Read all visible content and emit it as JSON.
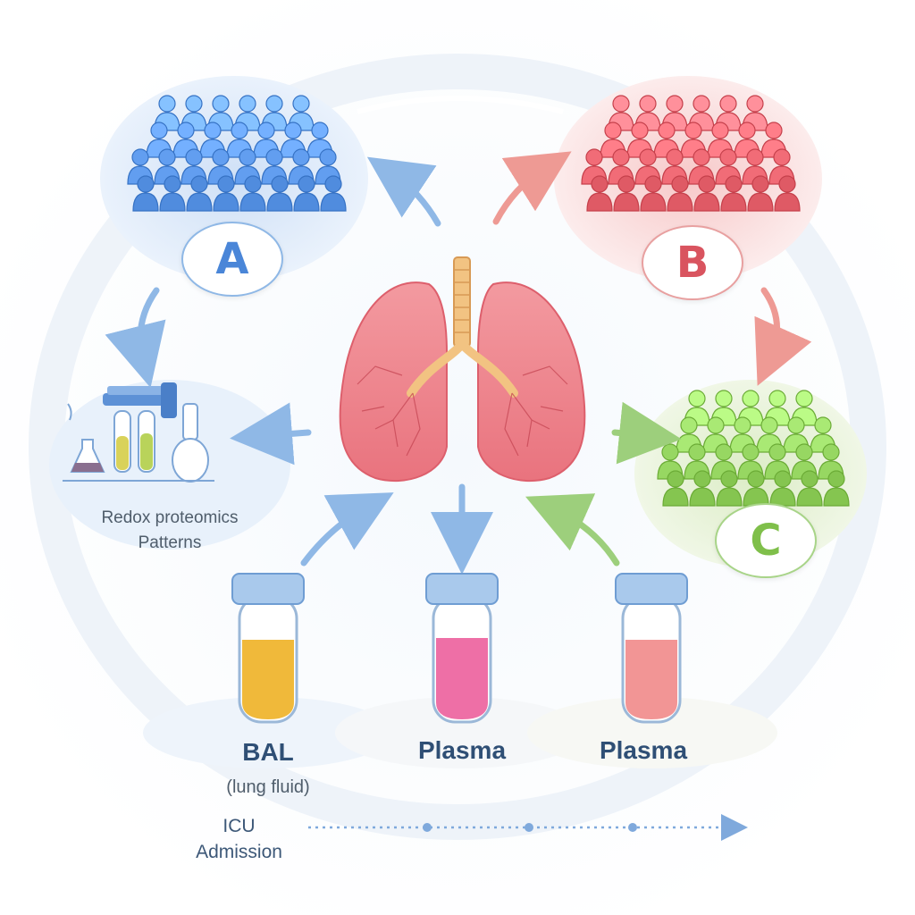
{
  "groups": [
    {
      "letter": "A",
      "color": "#4a86d8",
      "icon": "people-group-icon"
    },
    {
      "letter": "B",
      "color": "#d9545f",
      "icon": "people-group-icon"
    },
    {
      "letter": "C",
      "color": "#7fbf4a",
      "icon": "people-group-icon"
    }
  ],
  "center": {
    "icon": "lungs-icon"
  },
  "lab": {
    "icon": "lab-equipment-icon",
    "line1": "Redox proteomics",
    "line2": "Patterns"
  },
  "samples": [
    {
      "label": "BAL",
      "sublabel": "(lung fluid)",
      "fluid_color": "#f0b93a"
    },
    {
      "label": "Plasma",
      "fluid_color": "#ee6fa6"
    },
    {
      "label": "Plasma",
      "fluid_color": "#f29595"
    }
  ],
  "timeline": {
    "label_line1": "ICU",
    "label_line2": "Admission"
  }
}
